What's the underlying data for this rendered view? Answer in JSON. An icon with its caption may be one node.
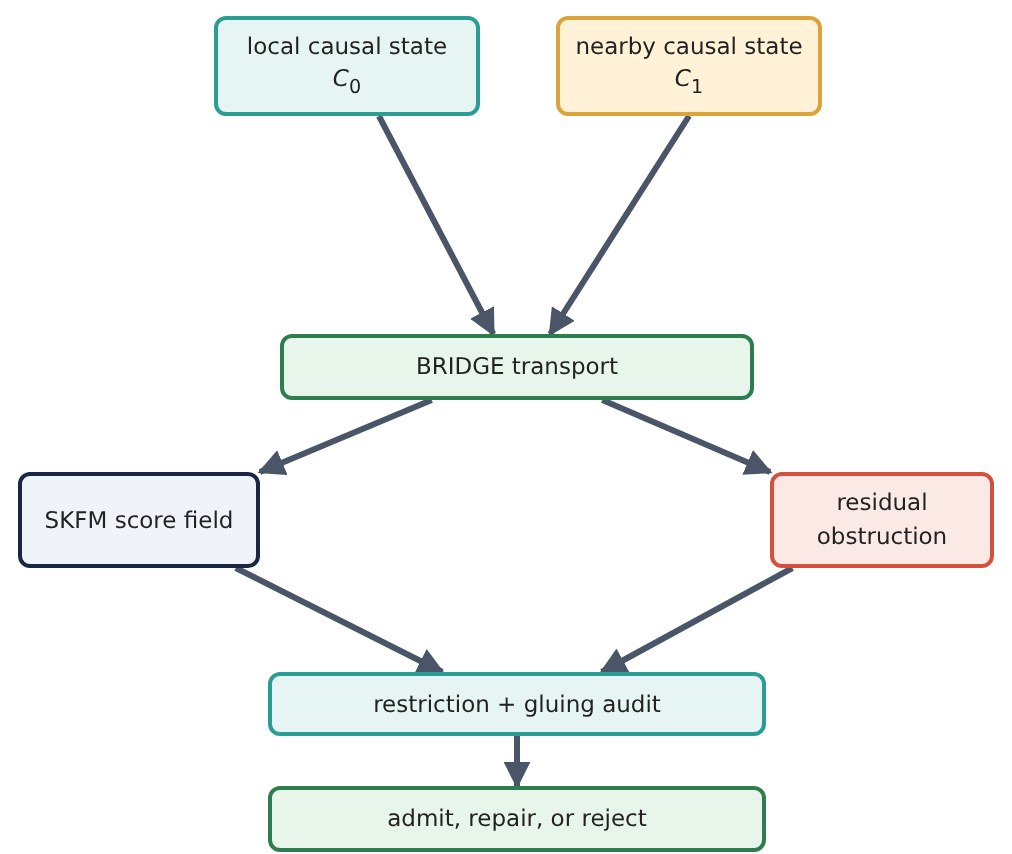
{
  "diagram": {
    "nodes": [
      {
        "text": [
          "local causal state *C*$_{0}$"
        ]
      },
      {
        "text": [
          "nearby causal state *C*$_{1}$"
        ]
      },
      {
        "text": [
          "BRIDGE transport"
        ]
      },
      {
        "text": [
          "SKFM score field"
        ]
      },
      {
        "text": [
          "residual obstruction"
        ]
      },
      {
        "text": [
          "restriction + gluing audit"
        ]
      },
      {
        "text": [
          "admit, repair, or reject"
        ]
      }
    ],
    "edges": [
      {
        "from": 0,
        "to": 2,
        "arrow": "to"
      },
      {
        "from": 1,
        "to": 2,
        "arrow": "to"
      },
      {
        "from": 2,
        "to": 3,
        "arrow": "to"
      },
      {
        "from": 2,
        "to": 4,
        "arrow": "to"
      },
      {
        "from": 3,
        "to": 5,
        "arrow": "to"
      },
      {
        "from": 4,
        "to": 5,
        "arrow": "to"
      },
      {
        "from": 5,
        "to": 6,
        "arrow": "to"
      }
    ]
  }
}
